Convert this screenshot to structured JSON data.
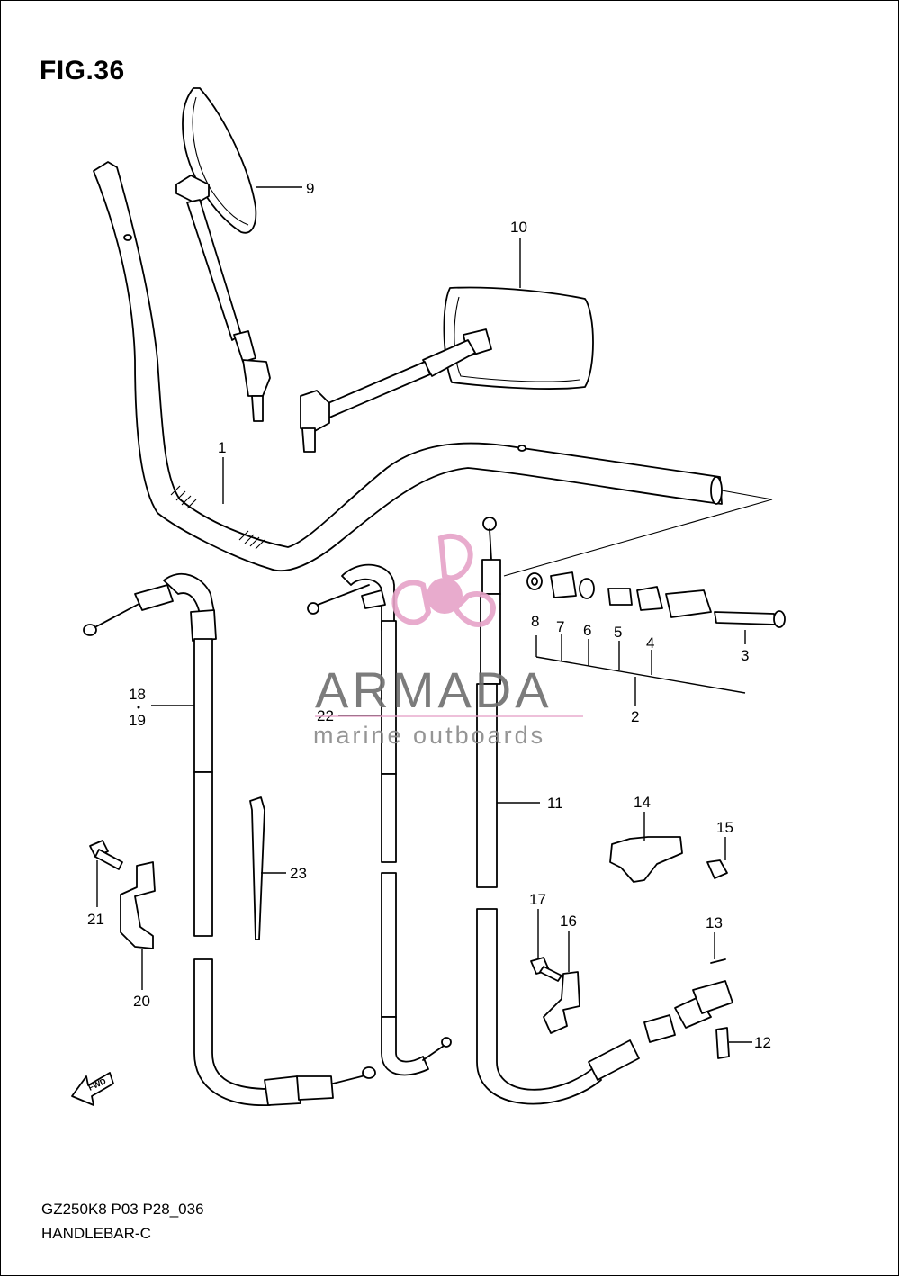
{
  "figure": {
    "title": "FIG.36",
    "code": "GZ250K8 P03 P28_036",
    "name": "HANDLEBAR-C",
    "fwd_label": "FWD"
  },
  "watermark": {
    "brand": "ARMADA",
    "tagline": "marine outboards",
    "accent_color": "#e6a3c8",
    "text_color": "#6e6e6e"
  },
  "callouts": {
    "c1": "1",
    "c2": "2",
    "c3": "3",
    "c4": "4",
    "c5": "5",
    "c6": "6",
    "c7": "7",
    "c8": "8",
    "c9": "9",
    "c10": "10",
    "c11": "11",
    "c12": "12",
    "c13": "13",
    "c14": "14",
    "c15": "15",
    "c16": "16",
    "c17": "17",
    "c18": "18",
    "c19": "19",
    "c20": "20",
    "c21": "21",
    "c22": "22",
    "c23": "23"
  }
}
